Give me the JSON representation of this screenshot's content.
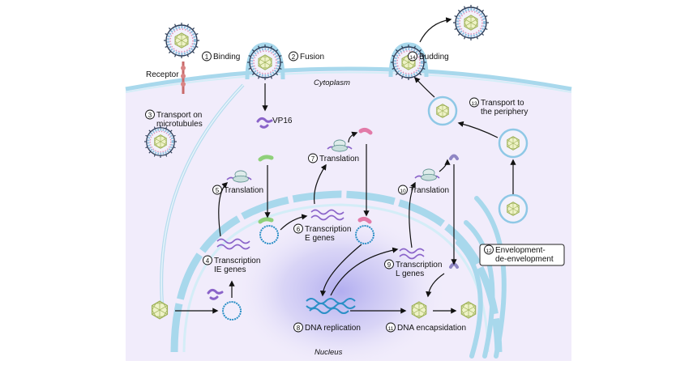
{
  "labels": {
    "receptor": "Receptor",
    "cytoplasm": "Cytoplasm",
    "nucleus": "Nucleus",
    "vp16": "VP16"
  },
  "steps": [
    {
      "n": "1",
      "line1": "Binding",
      "line2": ""
    },
    {
      "n": "2",
      "line1": "Fusion",
      "line2": ""
    },
    {
      "n": "3",
      "line1": "Transport on",
      "line2": "microtubules"
    },
    {
      "n": "4",
      "line1": "Transcription",
      "line2": "IE genes"
    },
    {
      "n": "5",
      "line1": "Translation",
      "line2": ""
    },
    {
      "n": "6",
      "line1": "Transcription",
      "line2": "E genes"
    },
    {
      "n": "7",
      "line1": "Translation",
      "line2": ""
    },
    {
      "n": "8",
      "line1": "DNA replication",
      "line2": ""
    },
    {
      "n": "9",
      "line1": "Transcription",
      "line2": "L genes"
    },
    {
      "n": "10",
      "line1": "Translation",
      "line2": ""
    },
    {
      "n": "11",
      "line1": "DNA encapsidation",
      "line2": ""
    },
    {
      "n": "12",
      "line1": "Envelopment-",
      "line2": "de-envelopment"
    },
    {
      "n": "13",
      "line1": "Transport to",
      "line2": "the periphery"
    },
    {
      "n": "14",
      "line1": "Budding",
      "line2": ""
    }
  ],
  "colors": {
    "cytoplasm": "#f1ecfb",
    "membrane": "#a8d8ec",
    "nucleus_glow": "#b9b6ef",
    "mrna": "#8a63c9",
    "ie_protein": "#8fd07a",
    "e_protein": "#e27aa8",
    "l_protein": "#8f86c4",
    "capsid": "#b9c97c",
    "dna": "#2a8fc6"
  }
}
